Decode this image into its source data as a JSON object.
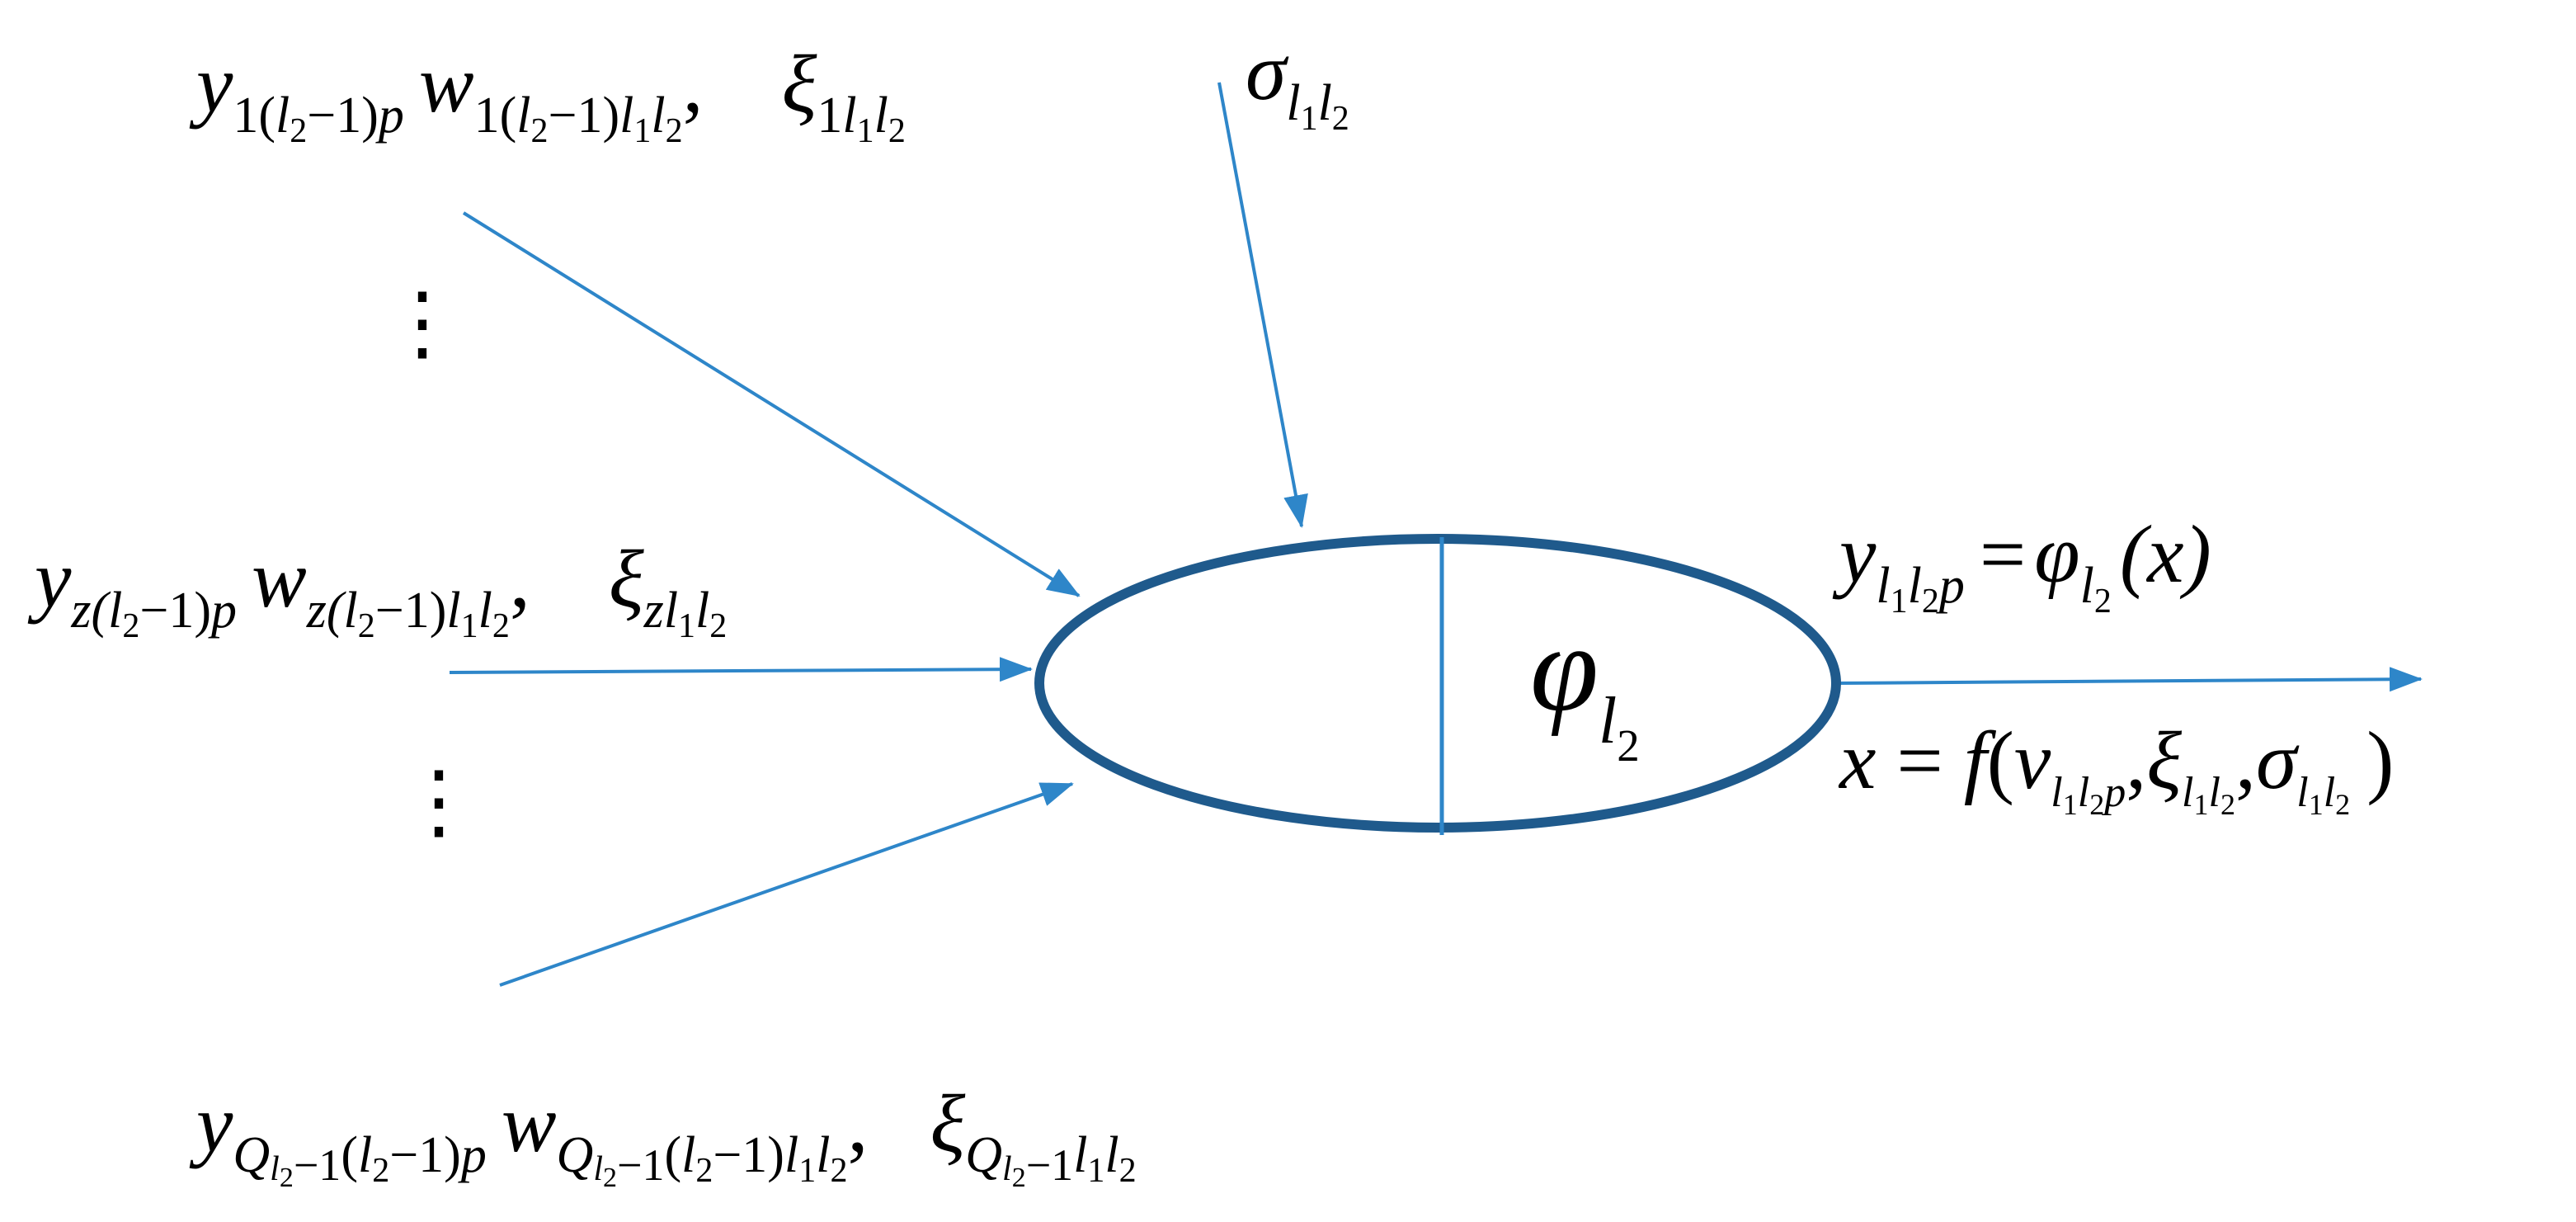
{
  "colors": {
    "arrow": "#2E86C9",
    "neuron_outline": "#1F5A8C",
    "text": "#000000"
  },
  "inputs": {
    "first": {
      "y_sym": "y",
      "y_sub_a": "1(",
      "y_sub_b": "l",
      "y_sub_c": "2",
      "y_sub_d": "−1)",
      "y_sub_e": "p",
      "w_sym": "w",
      "w_sub_a": "1(",
      "w_sub_b": "l",
      "w_sub_c": "2",
      "w_sub_d": "−1)",
      "w_sub_e": "l",
      "w_sub_f": "1",
      "w_sub_g": "l",
      "w_sub_h": "2",
      "comma": ",",
      "xi_sym": "ξ",
      "xi_sub_a": "1",
      "xi_sub_b": "l",
      "xi_sub_c": "1",
      "xi_sub_d": "l",
      "xi_sub_e": "2"
    },
    "middle": {
      "y_sym": "y",
      "y_sub_a": "z(",
      "y_sub_b": "l",
      "y_sub_c": "2",
      "y_sub_d": "−1)",
      "y_sub_e": "p",
      "w_sym": "w",
      "w_sub_a": "z(",
      "w_sub_b": "l",
      "w_sub_c": "2",
      "w_sub_d": "−1)",
      "w_sub_e": "l",
      "w_sub_f": "1",
      "w_sub_g": "l",
      "w_sub_h": "2",
      "comma": ",",
      "xi_sym": "ξ",
      "xi_sub_a": "z",
      "xi_sub_b": "l",
      "xi_sub_c": "1",
      "xi_sub_d": "l",
      "xi_sub_e": "2"
    },
    "last": {
      "y_sym": "y",
      "y_sub_a": "Q",
      "y_sub_b": "l",
      "y_sub_c": "2",
      "y_sub_d": "−1",
      "y_sub_e": "(",
      "y_sub_f": "l",
      "y_sub_g": "2",
      "y_sub_h": "−1)",
      "y_sub_i": "p",
      "w_sym": "w",
      "w_sub_a": "Q",
      "w_sub_b": "l",
      "w_sub_c": "2",
      "w_sub_d": "−1",
      "w_sub_e": "(",
      "w_sub_f": "l",
      "w_sub_g": "2",
      "w_sub_h": "−1)",
      "w_sub_i": "l",
      "w_sub_j": "1",
      "w_sub_k": "l",
      "w_sub_l": "2",
      "comma": ",",
      "xi_sym": "ξ",
      "xi_sub_a": "Q",
      "xi_sub_b": "l",
      "xi_sub_c": "2",
      "xi_sub_d": "−1",
      "xi_sub_e": "l",
      "xi_sub_f": "1",
      "xi_sub_g": "l",
      "xi_sub_h": "2"
    },
    "ellipsis_upper": "⋮",
    "ellipsis_lower": "⋮"
  },
  "bias": {
    "sym": "σ",
    "sub_a": "l",
    "sub_b": "1",
    "sub_c": "l",
    "sub_d": "2"
  },
  "neuron": {
    "sym": "φ",
    "sub_a": "l",
    "sub_b": "2"
  },
  "output": {
    "y_sym": "y",
    "y_sub_a": "l",
    "y_sub_b": "1",
    "y_sub_c": "l",
    "y_sub_d": "2",
    "y_sub_e": "p",
    "eq": "=",
    "phi_sym": "φ",
    "phi_sub_a": "l",
    "phi_sub_b": "2",
    "arg": "(x)"
  },
  "activation": {
    "x_sym": "x",
    "eq": "=",
    "f_sym": "f",
    "open": "(",
    "v_sym": "v",
    "v_sub_a": "l",
    "v_sub_b": "1",
    "v_sub_c": "l",
    "v_sub_d": "2",
    "v_sub_e": "p",
    "comma1": ",",
    "xi_sym": "ξ",
    "xi_sub_a": "l",
    "xi_sub_b": "1",
    "xi_sub_c": "l",
    "xi_sub_d": "2",
    "comma2": ",",
    "sigma_sym": "σ",
    "sigma_sub_a": "l",
    "sigma_sub_b": "1",
    "sigma_sub_c": "l",
    "sigma_sub_d": "2",
    "close": ")"
  }
}
